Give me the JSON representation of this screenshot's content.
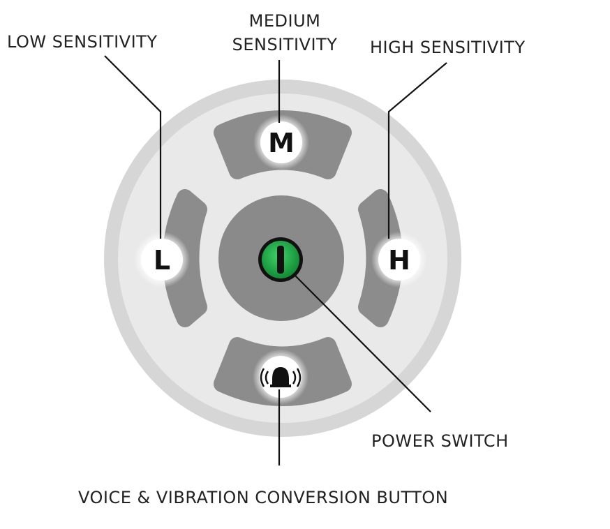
{
  "labels": {
    "low": "LOW SENSITIVITY",
    "medium_line1": "MEDIUM",
    "medium_line2": "SENSITIVITY",
    "high": "HIGH SENSITIVITY",
    "power": "POWER SWITCH",
    "voice": "VOICE & VIBRATION CONVERSION BUTTON"
  },
  "buttons": {
    "m": "M",
    "l": "L",
    "h": "H",
    "power": "I"
  },
  "icons": {
    "voice": "bell-vibration-icon"
  },
  "colors": {
    "outer_ring": "#d6d6d6",
    "inner_face": "#e8e8e8",
    "pads": "#8c8c8c",
    "power_green": "#1fa043"
  }
}
